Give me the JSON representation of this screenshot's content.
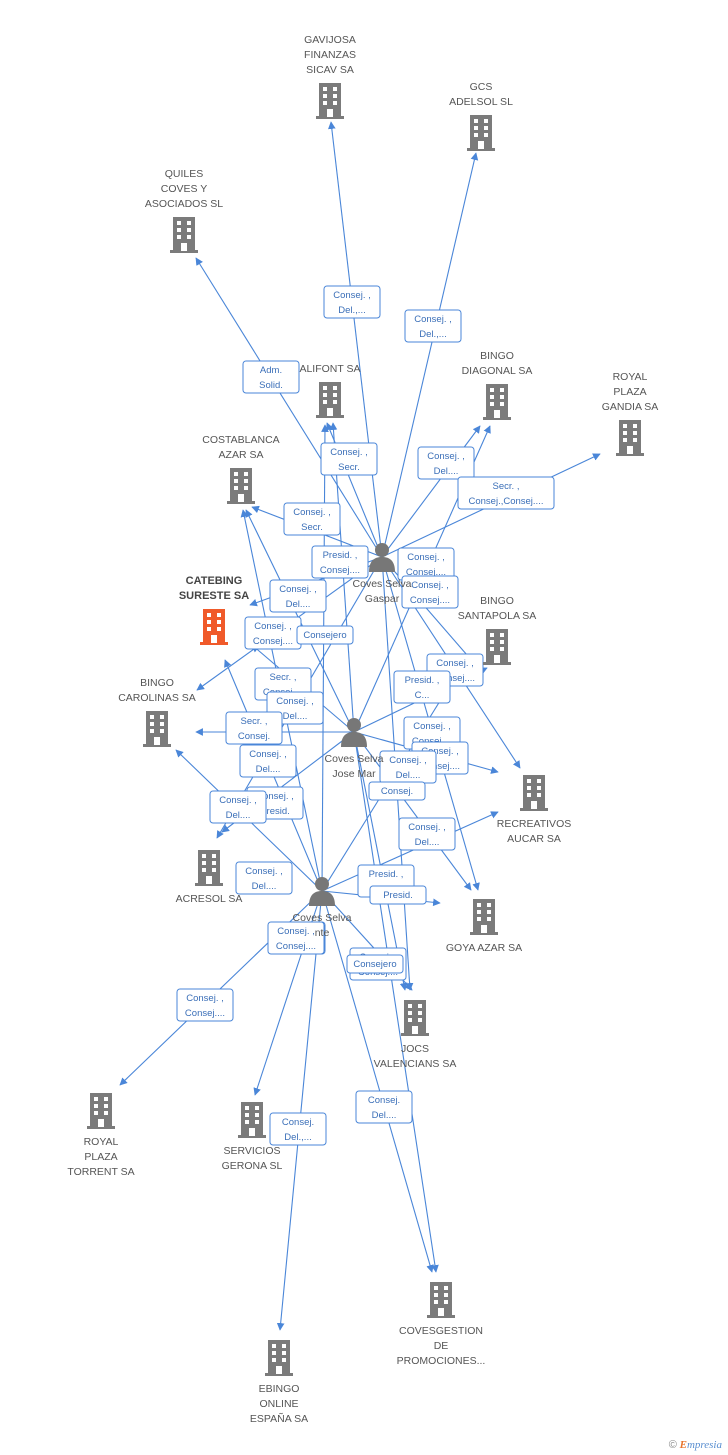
{
  "colors": {
    "edge": "#4a86d8",
    "building": "#7b7b7b",
    "focus_building": "#f05a2a",
    "person": "#777777"
  },
  "companies": [
    {
      "id": "gavijosa",
      "lines": [
        "GAVIJOSA",
        "FINANZAS",
        "SICAV SA"
      ],
      "icon": "building-icon"
    },
    {
      "id": "gcs",
      "lines": [
        "GCS",
        "ADELSOL SL"
      ],
      "icon": "building-icon"
    },
    {
      "id": "quiles",
      "lines": [
        "QUILES",
        "COVES Y",
        "ASOCIADOS  SL"
      ],
      "icon": "building-icon"
    },
    {
      "id": "alifont",
      "lines": [
        "ALIFONT SA"
      ],
      "icon": "building-icon"
    },
    {
      "id": "bingo-diagonal",
      "lines": [
        "BINGO",
        "DIAGONAL SA"
      ],
      "icon": "building-icon"
    },
    {
      "id": "royal-gandia",
      "lines": [
        "ROYAL",
        "PLAZA",
        "GANDIA SA"
      ],
      "icon": "building-icon"
    },
    {
      "id": "costablanca",
      "lines": [
        "COSTABLANCA",
        "AZAR SA"
      ],
      "icon": "building-icon"
    },
    {
      "id": "catebing",
      "lines": [
        "CATEBING",
        "SURESTE SA"
      ],
      "icon": "building-icon",
      "focus": true
    },
    {
      "id": "bingo-santapola",
      "lines": [
        "BINGO",
        "SANTAPOLA SA"
      ],
      "icon": "building-icon"
    },
    {
      "id": "bingo-carolinas",
      "lines": [
        "BINGO",
        "CAROLINAS SA"
      ],
      "icon": "building-icon"
    },
    {
      "id": "recreativos",
      "lines": [
        "RECREATIVOS",
        "AUCAR SA"
      ],
      "icon": "building-icon"
    },
    {
      "id": "acresol",
      "lines": [
        "ACRESOL SA"
      ],
      "icon": "building-icon"
    },
    {
      "id": "goya",
      "lines": [
        "GOYA AZAR SA"
      ],
      "icon": "building-icon"
    },
    {
      "id": "jocs",
      "lines": [
        "JOCS",
        "VALENCIANS SA"
      ],
      "icon": "building-icon"
    },
    {
      "id": "royal-torrent",
      "lines": [
        "ROYAL",
        "PLAZA",
        "TORRENT SA"
      ],
      "icon": "building-icon"
    },
    {
      "id": "servicios",
      "lines": [
        "SERVICIOS",
        "GERONA SL"
      ],
      "icon": "building-icon"
    },
    {
      "id": "covesgestion",
      "lines": [
        "COVESGESTION",
        "DE",
        "PROMOCIONES..."
      ],
      "icon": "building-icon"
    },
    {
      "id": "ebingo",
      "lines": [
        "EBINGO",
        "ONLINE",
        "ESPAÑA SA"
      ],
      "icon": "building-icon"
    }
  ],
  "persons": [
    {
      "id": "gaspar",
      "lines": [
        "Coves Selva",
        "Gaspar"
      ],
      "icon": "person-icon"
    },
    {
      "id": "jose",
      "lines": [
        "Coves Selva",
        "Jose Mar"
      ],
      "icon": "person-icon"
    },
    {
      "id": "vicente",
      "lines": [
        "Coves Selva",
        "nte"
      ],
      "icon": "person-icon"
    }
  ],
  "roles": [
    [
      "Consejero"
    ],
    [
      "Consej. ,",
      "Del.,..."
    ],
    [
      "Adm.",
      "Solid."
    ],
    [
      "Consej. ,",
      "Secr."
    ],
    [
      "Consej. ,",
      "Del...."
    ],
    [
      "Secr. ,",
      "Consej.,Consej...."
    ],
    [
      "Consej. ,",
      "Secr."
    ],
    [
      "Presid. ,",
      "Consej...."
    ],
    [
      "Consej. ,",
      "Consej...."
    ],
    [
      "Consej. ,",
      "Del...."
    ],
    [
      "Consej. ,",
      "Consej...."
    ],
    [
      "Consej. ,",
      "Consej...."
    ],
    [
      "Consejero"
    ],
    [
      "Consej. ,",
      "Consej...."
    ],
    [
      "Secr. ,",
      "Consej...."
    ],
    [
      "Presid. ,",
      "C..."
    ],
    [
      "Consej. ,",
      "Del...."
    ],
    [
      "Secr. ,",
      "Consej."
    ],
    [
      "Consej. ,",
      "Consej...."
    ],
    [
      "Consej. ,",
      "Del...."
    ],
    [
      "Consej. ,",
      "Presid."
    ],
    [
      "Consej. ,",
      "Del...."
    ],
    [
      "Consej. ,",
      "Consej...."
    ],
    [
      "Consej. ,",
      "Del...."
    ],
    [
      "Consej."
    ],
    [
      "Consej. ,",
      "Del...."
    ],
    [
      "Consej. ,",
      "Del...."
    ],
    [
      "Presid. ,",
      "Consej."
    ],
    [
      "Presid."
    ],
    [
      "Consej. ,",
      "Consej...."
    ],
    [
      "Consej. ,",
      "Del.,..."
    ],
    [
      "Consej. ,",
      "Consej...."
    ],
    [
      "Consej.",
      "Del...."
    ],
    [
      "Consej.",
      "Del.,..."
    ],
    [
      "Consejero"
    ],
    [
      "Consej. ,",
      "Consej...."
    ],
    [
      "Consej. ,",
      "Del.,..."
    ]
  ],
  "watermark": {
    "copyright": "©",
    "brand_initial": "E",
    "brand_rest": "mpresia"
  }
}
